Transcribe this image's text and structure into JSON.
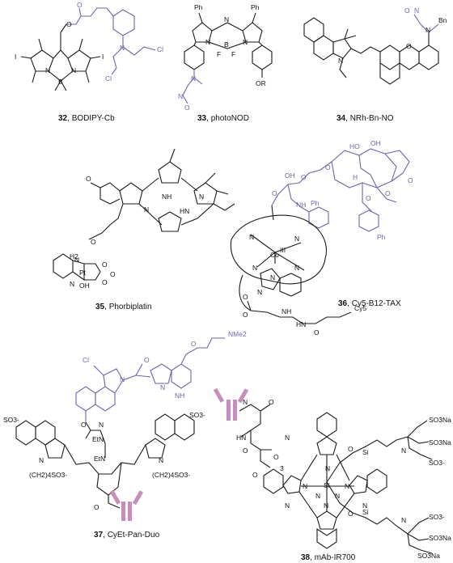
{
  "compounds": [
    {
      "number": "32",
      "name": "BODIPY-Cb",
      "separator": ", "
    },
    {
      "number": "33",
      "name": "photoNOD",
      "separator": ", "
    },
    {
      "number": "34",
      "name": "NRh-Bn-NO",
      "separator": ", "
    },
    {
      "number": "35",
      "name": "Phorbiplatin",
      "separator": ", "
    },
    {
      "number": "36",
      "name": "Cy5-B12-TAX",
      "separator": ", "
    },
    {
      "number": "37",
      "name": "CyEt-Pan-Duo",
      "separator": ", "
    },
    {
      "number": "38",
      "name": "mAb-IR700",
      "separator": ", "
    }
  ],
  "atom_labels": {
    "c32": [
      "N",
      "Cl",
      "Cl",
      "I",
      "I",
      "N",
      "N",
      "B",
      "O",
      "O"
    ],
    "c33": [
      "Ph",
      "Ph",
      "N",
      "N",
      "N",
      "B",
      "F",
      "F",
      "N",
      "N",
      "O",
      "OR"
    ],
    "c34": [
      "O",
      "N",
      "N",
      "Bn",
      "N",
      "O"
    ],
    "c35": [
      "O",
      "NH",
      "N",
      "N",
      "HN",
      "H2",
      "N",
      "Pt",
      "N",
      "OH",
      "O",
      "O",
      "O",
      "O"
    ],
    "c36": [
      "HO",
      "OH",
      "O",
      "H",
      "O",
      "O",
      "OH",
      "O",
      "NH",
      "Ph",
      "O",
      "O",
      "N",
      "N",
      "Co",
      "III",
      "N",
      "N",
      "N",
      "N",
      "O",
      "O",
      "NH",
      "HN",
      "O",
      "Cy5",
      "Ph"
    ],
    "c37": [
      "Cl",
      "N",
      "O",
      "N",
      "NMe2",
      "NH",
      "O",
      "O",
      "N",
      "EtN",
      "EtN",
      "SO3-",
      "SO3-",
      "N",
      "N",
      "(CH2)4SO3-",
      "(CH2)4SO3-",
      "O"
    ],
    "c38": [
      "N",
      "O",
      "HN",
      "O",
      "N",
      "O",
      "3",
      "O",
      "N",
      "N",
      "N",
      "N",
      "Si",
      "N",
      "N",
      "N",
      "N",
      "O",
      "Si",
      "SO3Na",
      "SO3Na",
      "SO3-",
      "N",
      "SO3-",
      "SO3Na",
      "SO3Na",
      "O",
      "Si",
      "N"
    ]
  },
  "colors": {
    "bond": "#1a1a1a",
    "highlight": "#6a66a8",
    "antibody": "#c48fb8"
  }
}
